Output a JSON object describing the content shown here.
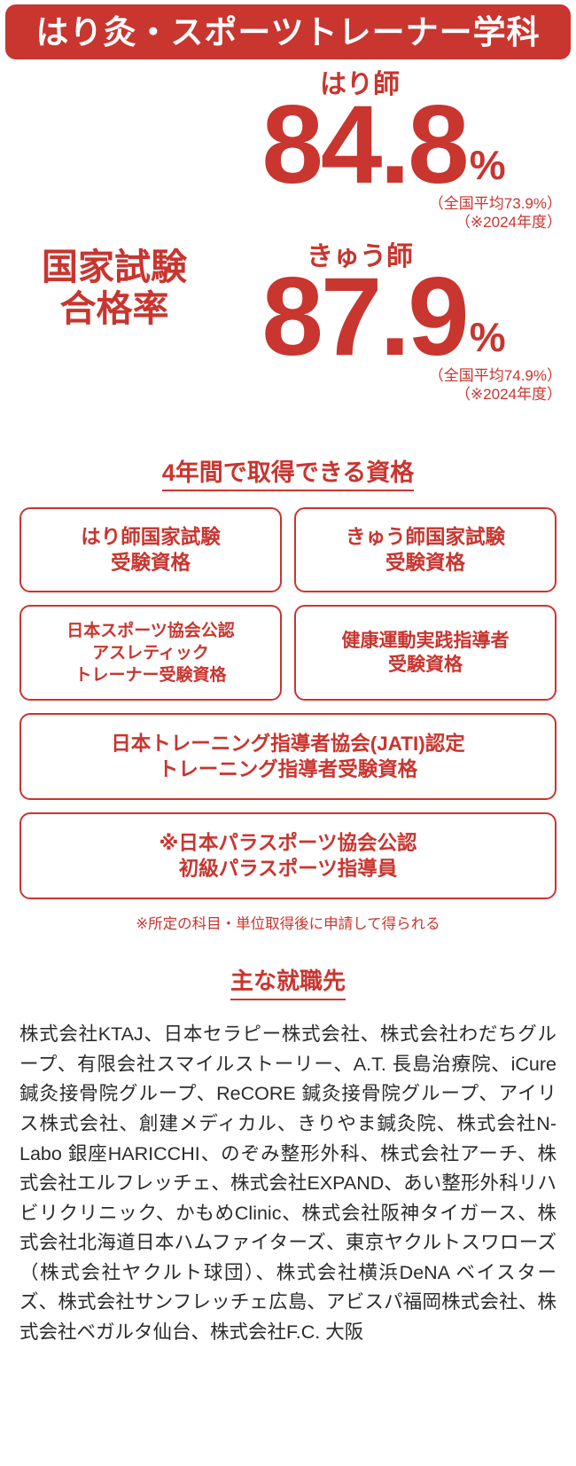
{
  "header": {
    "title": "はり灸・スポーツトレーナー学科",
    "background_color": "#c9352f",
    "text_color": "#ffffff"
  },
  "theme": {
    "accent_color": "#c9352f",
    "body_text_color": "#2b2b2b",
    "background_color": "#ffffff"
  },
  "pass_rates": {
    "label": "国家試験\n合格率",
    "label_line1": "国家試験",
    "label_line2": "合格率",
    "items": [
      {
        "caption": "はり師",
        "value": "84.8",
        "unit": "%",
        "national_average_note": "（全国平均73.9%）",
        "year_note": "（※2024年度）"
      },
      {
        "caption": "きゅう師",
        "value": "87.9",
        "unit": "%",
        "national_average_note": "（全国平均74.9%）",
        "year_note": "（※2024年度）"
      }
    ]
  },
  "qualifications": {
    "heading": "4年間で取得できる資格",
    "rows": [
      {
        "cards": [
          {
            "lines": [
              "はり師国家試験",
              "受験資格"
            ],
            "size": "fs22"
          },
          {
            "lines": [
              "きゅう師国家試験",
              "受験資格"
            ],
            "size": "fs22"
          }
        ]
      },
      {
        "cards": [
          {
            "lines": [
              "日本スポーツ協会公認",
              "アスレティック",
              "トレーナー受験資格"
            ],
            "size": "fs19"
          },
          {
            "lines": [
              "健康運動実践指導者",
              "受験資格"
            ],
            "size": "fs21"
          }
        ]
      }
    ],
    "wide_cards": [
      {
        "lines": [
          "日本トレーニング指導者協会(JATI)認定",
          "トレーニング指導者受験資格"
        ],
        "size": "fs22"
      },
      {
        "lines": [
          "※日本パラスポーツ協会公認",
          "初級パラスポーツ指導員"
        ],
        "size": "fs22"
      }
    ],
    "footnote": "※所定の科目・単位取得後に申請して得られる"
  },
  "employers": {
    "heading": "主な就職先",
    "list_text": "株式会社KTAJ、日本セラピー株式会社、株式会社わだちグループ、有限会社スマイルストーリー、A.T. 長島治療院、iCure鍼灸接骨院グループ、ReCORE 鍼灸接骨院グループ、アイリス株式会社、創建メディカル、きりやま鍼灸院、株式会社N-Labo 銀座HARICCHI、のぞみ整形外科、株式会社アーチ、株式会社エルフレッチェ、株式会社EXPAND、あい整形外科リハビリクリニック、かもめClinic、株式会社阪神タイガース、株式会社北海道日本ハムファイターズ、東京ヤクルトスワローズ（株式会社ヤクルト球団）、株式会社横浜DeNA ベイスターズ、株式会社サンフレッチェ広島、アビスパ福岡株式会社、株式会社ベガルタ仙台、株式会社F.C. 大阪"
  }
}
